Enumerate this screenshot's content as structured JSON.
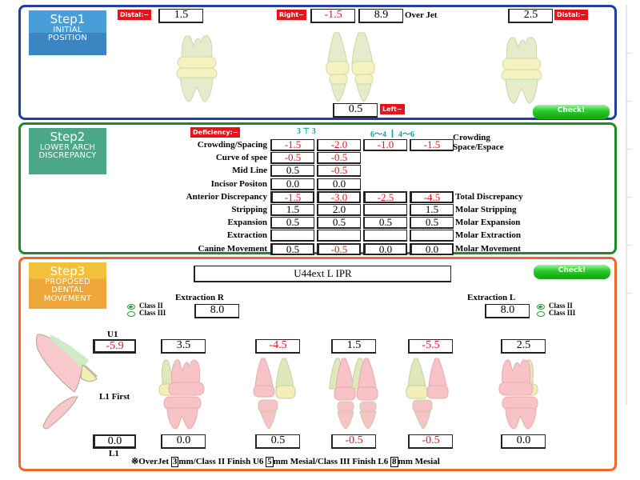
{
  "step1": {
    "badge": {
      "title": "Step1",
      "line1": "INITIAL",
      "line2": "POSITION"
    },
    "distal_right_label": "Distal:−",
    "distal_right_value": "1.5",
    "right_label": "Right−",
    "right_value": "-1.5",
    "overjet_value": "8.9",
    "overjet_label": "Over Jet",
    "distal_left_value": "2.5",
    "distal_left_label": "Distal:−",
    "left_value": "0.5",
    "left_label": "Left−",
    "check_label": "Check!"
  },
  "step2": {
    "badge": {
      "title": "Step2",
      "line1": "LOWER ARCH",
      "line2": "DISCREPANCY"
    },
    "deficiency_label": "Deficiency:−",
    "col_headers": {
      "anterior": "3 ⊤ 3",
      "posterior": "6〜4 ┃ 4〜6"
    },
    "crowding_right_label": {
      "line1": "Crowding",
      "line2": "Space/Espace"
    },
    "rows": [
      {
        "label": "Crowding/Spacing",
        "cells": [
          "-1.5",
          "-2.0",
          "-1.0",
          "-1.5"
        ],
        "right_label": ""
      },
      {
        "label": "Curve of spee",
        "cells": [
          "-0.5",
          "-0.5",
          null,
          null
        ],
        "right_label": ""
      },
      {
        "label": "Mid Line",
        "cells": [
          "0.5",
          "-0.5",
          null,
          null
        ],
        "right_label": ""
      },
      {
        "label": "Incisor Positon",
        "cells": [
          "0.0",
          "0.0",
          null,
          null
        ],
        "right_label": ""
      },
      {
        "label": "Anterior Discrepancy",
        "cells": [
          "-1.5",
          "-3.0",
          "-2.5",
          "-4.5"
        ],
        "right_label": "Total Discrepancy"
      },
      {
        "label": "Stripping",
        "cells": [
          "1.5",
          "2.0",
          "",
          "1.5"
        ],
        "right_label": "Molar Stripping"
      },
      {
        "label": "Expansion",
        "cells": [
          "0.5",
          "0.5",
          "0.5",
          "0.5"
        ],
        "right_label": "Molar Expansion"
      },
      {
        "label": "Extraction",
        "cells": [
          "",
          "",
          "",
          ""
        ],
        "right_label": "Molar Extraction"
      },
      {
        "label": "Canine Movement",
        "cells": [
          "0.5",
          "-0.5",
          "0.0",
          "0.0"
        ],
        "right_label": "Molar Movement"
      }
    ]
  },
  "step3": {
    "badge": {
      "title": "Step3",
      "line1": "PROPOSED",
      "line2": "DENTAL",
      "line3": "MOVEMENT"
    },
    "plan_text": "U44ext L IPR",
    "check_label": "Check!",
    "extraction_r": {
      "label": "Extraction R",
      "value": "8.0",
      "class2": "Class II",
      "class3": "Class III",
      "selected": "Class II"
    },
    "extraction_l": {
      "label": "Extraction L",
      "value": "8.0",
      "class2": "Class II",
      "class3": "Class III",
      "selected": "Class II"
    },
    "u1_label": "U1",
    "u1_value": "-5.9",
    "l1_first_label": "L1 First",
    "l1_label": "L1",
    "l1_value": "0.0",
    "upper_values": [
      "3.5",
      "-4.5",
      "1.5",
      "-5.5",
      "2.5"
    ],
    "lower_values": [
      "0.0",
      "0.5",
      "-0.5",
      "-0.5",
      "0.0"
    ],
    "footnote": {
      "prefix": "※OverJet ",
      "overjet_mm": "3",
      "mid1": "mm/Class II Finish U6 ",
      "u6_mm": "5",
      "mid2": "mm Mesial/Class III Finish L6 ",
      "l6_mm": "8",
      "suffix": "mm Mesial"
    }
  },
  "colors": {
    "step1_border": "#1f3ea0",
    "step2_border": "#1e8a2a",
    "step3_border": "#f06530",
    "negative_text": "#e8121a",
    "check_button": "#2bcf2b"
  }
}
